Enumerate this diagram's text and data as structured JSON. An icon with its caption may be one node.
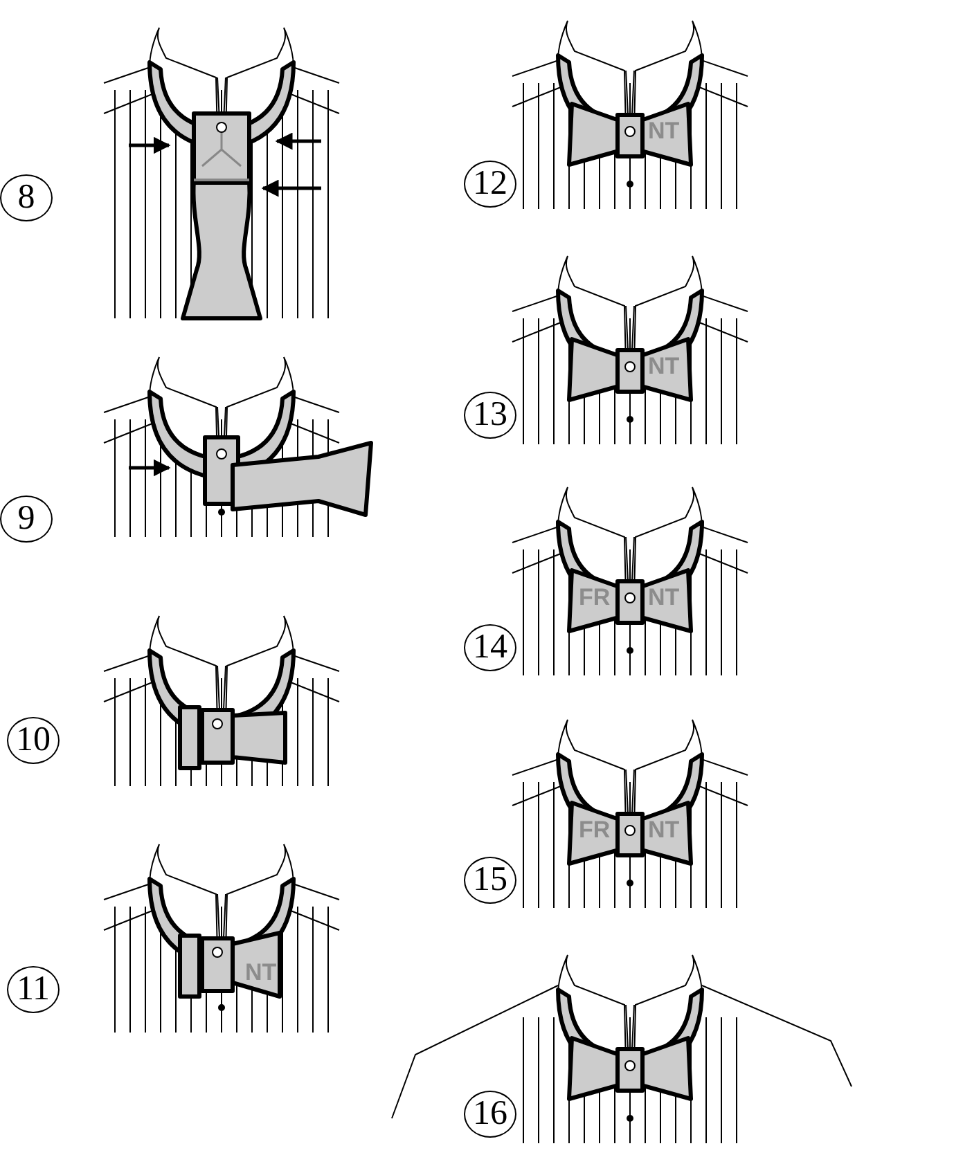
{
  "diagram": {
    "nodes": [
      {
        "text": [
          "8"
        ]
      },
      {
        "text": [
          "9"
        ]
      },
      {
        "text": [
          "10"
        ]
      },
      {
        "text": [
          "11"
        ]
      },
      {
        "text": [
          "12"
        ]
      },
      {
        "text": [
          "13"
        ]
      },
      {
        "text": [
          "14"
        ]
      },
      {
        "text": [
          "15"
        ]
      },
      {
        "text": [
          "16"
        ]
      }
    ],
    "edges": [],
    "labels": [
      "NT",
      "NT",
      "NT",
      "FR",
      "NT",
      "FR",
      "NT"
    ]
  }
}
